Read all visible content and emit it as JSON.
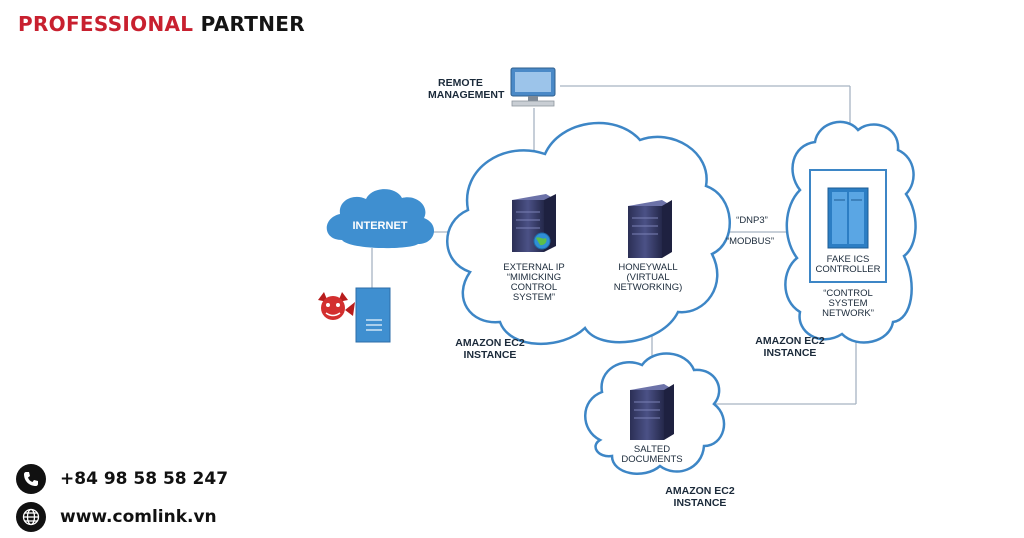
{
  "brand": {
    "word1": "PROFESSIONAL",
    "word2": "PARTNER"
  },
  "contact": {
    "phone": "+84 98 58 58 247",
    "website": "www.comlink.vn"
  },
  "diagram": {
    "remote_management": [
      "REMOTE",
      "MANAGEMENT"
    ],
    "internet": "INTERNET",
    "external_ip": [
      "EXTERNAL IP",
      "“MIMICKING",
      "CONTROL",
      "SYSTEM”"
    ],
    "honeywall": [
      "HONEYWALL",
      "(VIRTUAL",
      "NETWORKING)"
    ],
    "protocol_dnp3": "“DNP3”",
    "protocol_modbus": "“MODBUS”",
    "fake_ics": [
      "FAKE ICS",
      "CONTROLLER"
    ],
    "control_network": [
      "“CONTROL",
      "SYSTEM",
      "NETWORK”"
    ],
    "ec2_main": [
      "AMAZON EC2",
      "INSTANCE"
    ],
    "ec2_right": [
      "AMAZON EC2",
      "INSTANCE"
    ],
    "salted_documents": [
      "SALTED",
      "DOCUMENTS"
    ],
    "ec2_bottom": [
      "AMAZON EC2",
      "INSTANCE"
    ]
  },
  "icons": [
    "monitor-icon",
    "server-icon",
    "globe-icon",
    "rack-icon",
    "devil-icon",
    "phone-icon"
  ],
  "colors": {
    "brand_red": "#c8202f",
    "cloud_stroke": "#3d86c6",
    "internet_fill": "#3f8fd0",
    "server": "#3a3f6a"
  }
}
